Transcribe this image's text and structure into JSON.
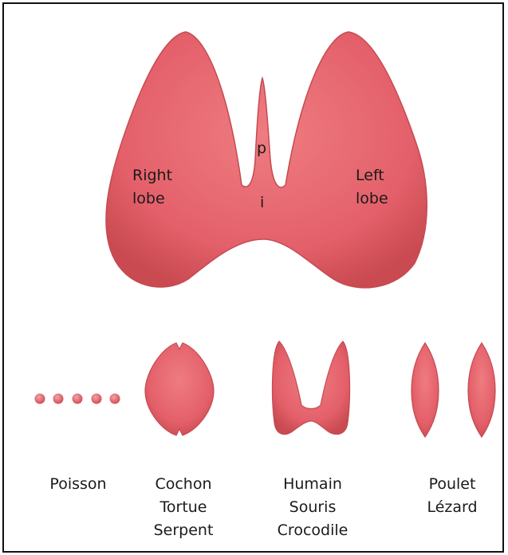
{
  "labels": {
    "right_lobe_1": "Right",
    "right_lobe_2": "lobe",
    "left_lobe_1": "Left",
    "left_lobe_2": "lobe",
    "pyramidal": "p",
    "isthmus": "i"
  },
  "groups": [
    {
      "names": [
        "Poisson"
      ]
    },
    {
      "names": [
        "Cochon",
        "Tortue",
        "Serpent"
      ]
    },
    {
      "names": [
        "Humain",
        "Souris",
        "Crocodile"
      ]
    },
    {
      "names": [
        "Poulet",
        "Lézard"
      ]
    }
  ],
  "colors": {
    "gland": "#e8676b",
    "gland_dark": "#c94a50",
    "gland_light": "#f6a8aa",
    "frame": "#111111"
  }
}
